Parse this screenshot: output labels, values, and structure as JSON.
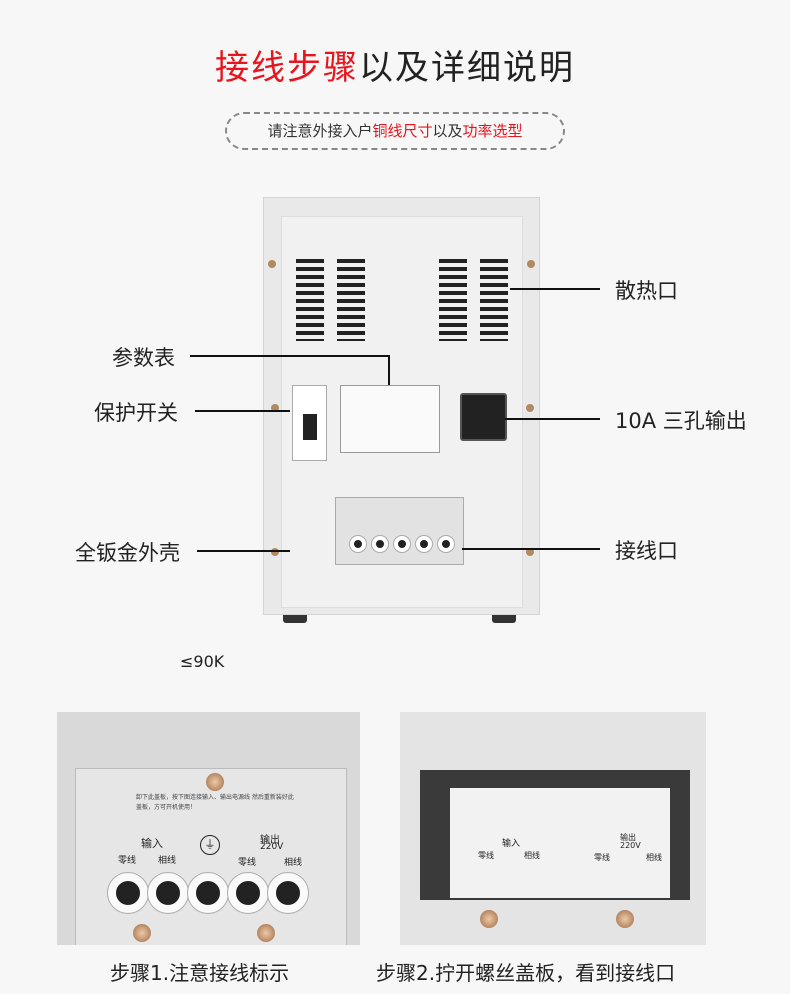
{
  "title": {
    "red": "接线步骤",
    "black": "以及详细说明"
  },
  "subtitle": {
    "part1": "请注意外接入户",
    "part2": "铜线尺寸",
    "part3": "以及",
    "part4": "功率选型"
  },
  "callouts": {
    "vent": "散热口",
    "param_table": "参数表",
    "protect_switch": "保护开关",
    "output": "10A 三孔输出",
    "shell": "全钣金外壳",
    "terminal": "接线口"
  },
  "note": "≤90K",
  "panel": {
    "input": "输入",
    "neutral": "零线",
    "live": "相线",
    "output": "输出",
    "voltage": "220V",
    "instruction": "卸下此盖板，按下图连接输入、输出电源线 然后重新装好此盖板，方可开机使用！"
  },
  "captions": {
    "step1": "步骤1.注意接线标示",
    "step2": "步骤2.拧开螺丝盖板，看到接线口"
  },
  "colors": {
    "accent": "#e8141e"
  }
}
